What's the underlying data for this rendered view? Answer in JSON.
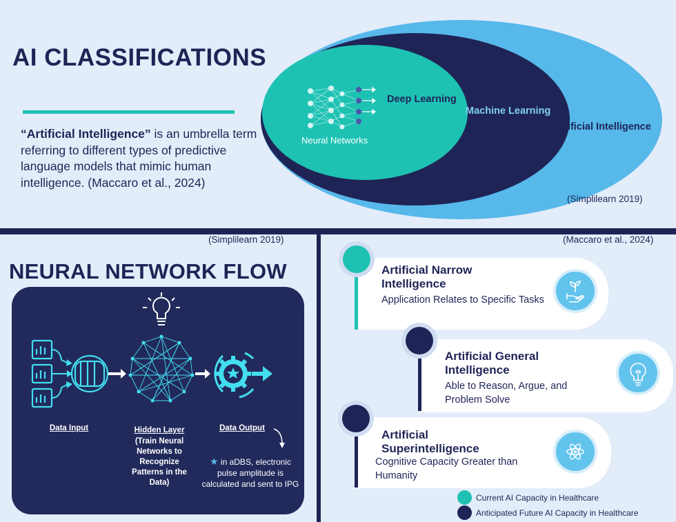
{
  "colors": {
    "navy": "#1f2456",
    "teal": "#1ec2b3",
    "sky": "#57b8ea",
    "background": "#e3ecf9",
    "panel": "#222a5c"
  },
  "classifications": {
    "title": "AI CLASSIFICATIONS",
    "intro_term": "“Artificial Intelligence”",
    "intro_rest": " is an umbrella term referring to different types of predictive language models that mimic human intelligence. (Maccaro et al., 2024)",
    "citation": "(Simplilearn 2019)",
    "nested_sets": {
      "neural_networks": "Neural Networks",
      "deep_learning": "Deep Learning",
      "machine_learning": "Machine Learning",
      "artificial_intelligence": "Artificial Intelligence"
    }
  },
  "flow": {
    "citation": "(Simplilearn 2019)",
    "title": "NEURAL NETWORK FLOW",
    "data_input": "Data Input",
    "hidden_layer_title": "Hidden Layer",
    "hidden_layer_desc": "(Train Neural Networks to Recognize Patterns in the Data)",
    "data_output": "Data Output",
    "note": "in aDBS, electronic pulse amplitude is calculated and sent to IPG",
    "icons": [
      "document-chart-icon",
      "database-icon",
      "lightbulb-icon",
      "neural-mesh-icon",
      "gear-star-icon",
      "arrow-right-icon"
    ]
  },
  "types": {
    "citation": "(Maccaro et al., 2024)",
    "cards": [
      {
        "title": "Artificial Narrow Intelligence",
        "desc": "Application Relates to Specific Tasks",
        "icon": "hand-plant-icon",
        "status": "current"
      },
      {
        "title": "Artificial General Intelligence",
        "desc": "Able to Reason, Argue, and Problem Solve",
        "icon": "brain-bulb-icon",
        "status": "anticipated"
      },
      {
        "title": "Artificial Superintelligence",
        "desc": "Cognitive Capacity Greater than Humanity",
        "icon": "atom-icon",
        "status": "anticipated"
      }
    ],
    "legend": {
      "current": "Current AI Capacity in Healthcare",
      "anticipated": "Anticipated Future AI Capacity in Healthcare"
    }
  }
}
